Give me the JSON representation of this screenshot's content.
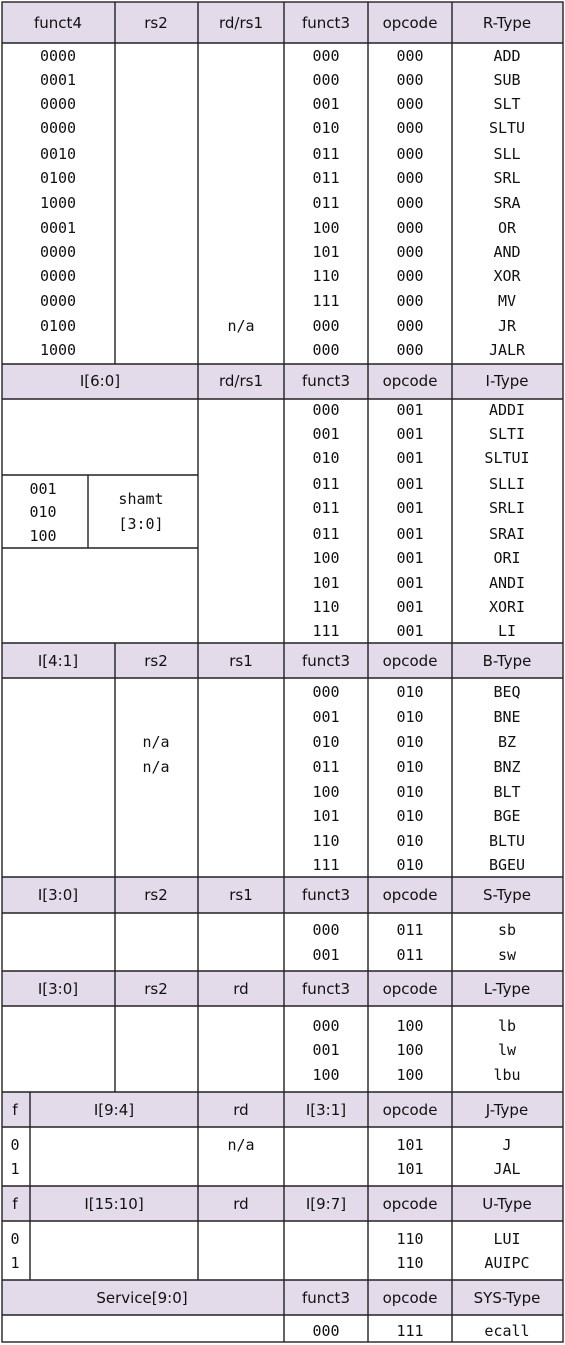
{
  "colors": {
    "header_fill": "#e3dbea",
    "border": "#222222",
    "text": "#111111",
    "background": "#ffffff"
  },
  "r_type": {
    "headers": [
      "funct4",
      "rs2",
      "rd/rs1",
      "funct3",
      "opcode",
      "R-Type"
    ],
    "rows": [
      [
        "0000",
        "000",
        "000",
        "ADD"
      ],
      [
        "0001",
        "000",
        "000",
        "SUB"
      ],
      [
        "0000",
        "001",
        "000",
        "SLT"
      ],
      [
        "0000",
        "010",
        "000",
        "SLTU"
      ],
      [
        "0010",
        "011",
        "000",
        "SLL"
      ],
      [
        "0100",
        "011",
        "000",
        "SRL"
      ],
      [
        "1000",
        "011",
        "000",
        "SRA"
      ],
      [
        "0001",
        "100",
        "000",
        "OR"
      ],
      [
        "0000",
        "101",
        "000",
        "AND"
      ],
      [
        "0000",
        "110",
        "000",
        "XOR"
      ],
      [
        "0000",
        "111",
        "000",
        "MV"
      ],
      [
        "0100",
        "000",
        "000",
        "JR"
      ],
      [
        "1000",
        "000",
        "000",
        "JALR"
      ]
    ],
    "jr_rd": "n/a"
  },
  "i_type": {
    "headers": [
      "I[6:0]",
      "rd/rs1",
      "funct3",
      "opcode",
      "I-Type"
    ],
    "rows": [
      [
        "000",
        "001",
        "ADDI"
      ],
      [
        "001",
        "001",
        "SLTI"
      ],
      [
        "010",
        "001",
        "SLTUI"
      ],
      [
        "011",
        "001",
        "SLLI"
      ],
      [
        "011",
        "001",
        "SRLI"
      ],
      [
        "011",
        "001",
        "SRAI"
      ],
      [
        "100",
        "001",
        "ORI"
      ],
      [
        "101",
        "001",
        "ANDI"
      ],
      [
        "110",
        "001",
        "XORI"
      ],
      [
        "111",
        "001",
        "LI"
      ]
    ],
    "shift_codes": [
      "001",
      "010",
      "100"
    ],
    "shamt_label_1": "shamt",
    "shamt_label_2": "[3:0]"
  },
  "b_type": {
    "headers": [
      "I[4:1]",
      "rs2",
      "rs1",
      "funct3",
      "opcode",
      "B-Type"
    ],
    "rows": [
      [
        "000",
        "010",
        "BEQ"
      ],
      [
        "001",
        "010",
        "BNE"
      ],
      [
        "010",
        "010",
        "BZ"
      ],
      [
        "011",
        "010",
        "BNZ"
      ],
      [
        "100",
        "010",
        "BLT"
      ],
      [
        "101",
        "010",
        "BGE"
      ],
      [
        "110",
        "010",
        "BLTU"
      ],
      [
        "111",
        "010",
        "BGEU"
      ]
    ],
    "bz_rs2": "n/a",
    "bnz_rs2": "n/a"
  },
  "s_type": {
    "headers": [
      "I[3:0]",
      "rs2",
      "rs1",
      "funct3",
      "opcode",
      "S-Type"
    ],
    "rows": [
      [
        "000",
        "011",
        "sb"
      ],
      [
        "001",
        "011",
        "sw"
      ]
    ]
  },
  "l_type": {
    "headers": [
      "I[3:0]",
      "rs2",
      "rd",
      "funct3",
      "opcode",
      "L-Type"
    ],
    "rows": [
      [
        "000",
        "100",
        "lb"
      ],
      [
        "001",
        "100",
        "lw"
      ],
      [
        "100",
        "100",
        "lbu"
      ]
    ]
  },
  "j_type": {
    "headers": [
      "f",
      "I[9:4]",
      "rd",
      "I[3:1]",
      "opcode",
      "J-Type"
    ],
    "rows": [
      [
        "0",
        "101",
        "J"
      ],
      [
        "1",
        "101",
        "JAL"
      ]
    ],
    "j_rd": "n/a"
  },
  "u_type": {
    "headers": [
      "f",
      "I[15:10]",
      "rd",
      "I[9:7]",
      "opcode",
      "U-Type"
    ],
    "rows": [
      [
        "0",
        "110",
        "LUI"
      ],
      [
        "1",
        "110",
        "AUIPC"
      ]
    ]
  },
  "sys_type": {
    "headers": [
      "Service[9:0]",
      "funct3",
      "opcode",
      "SYS-Type"
    ],
    "rows": [
      [
        "000",
        "111",
        "ecall"
      ]
    ]
  }
}
